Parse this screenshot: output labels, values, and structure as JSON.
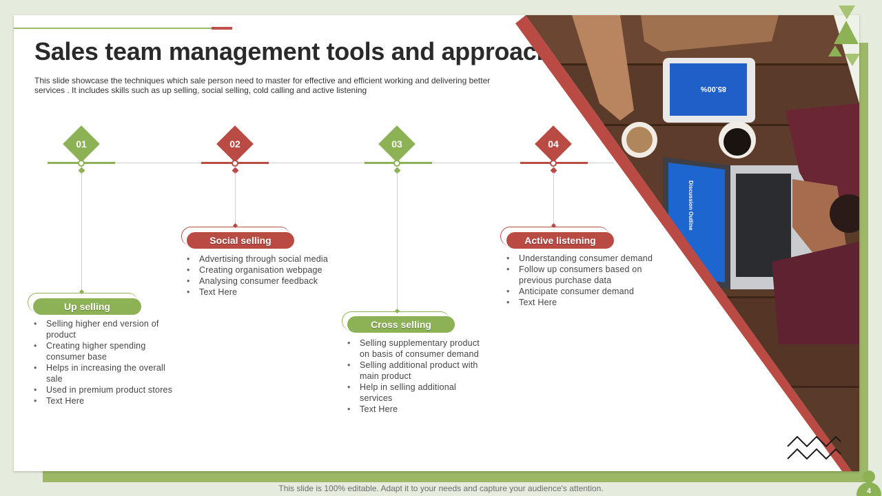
{
  "slide": {
    "title": "Sales team management tools and approach",
    "subtitle": "This slide showcase the techniques which sale person need to master for effective and efficient working and delivering better services . It includes skills such as up selling, social selling, cold calling and active listening"
  },
  "steps": [
    {
      "number": "01",
      "title": "Up selling",
      "color": "#8db255",
      "bullets": [
        "Selling higher end version of product",
        "Creating higher spending consumer base",
        "Helps in increasing the overall sale",
        "Used in premium product stores",
        "Text Here"
      ]
    },
    {
      "number": "02",
      "title": "Social selling",
      "color": "#b94a44",
      "bullets": [
        "Advertising through social media",
        "Creating organisation webpage",
        "Analysing consumer feedback",
        "Text Here"
      ]
    },
    {
      "number": "03",
      "title": "Cross selling",
      "color": "#8db255",
      "bullets": [
        "Selling supplementary product on basis of consumer demand",
        "Selling additional product with main product",
        "Help in selling additional services",
        "Text Here"
      ]
    },
    {
      "number": "04",
      "title": "Active listening",
      "color": "#b94a44",
      "bullets": [
        "Understanding consumer demand",
        "Follow up consumers based on previous purchase data",
        "Anticipate consumer demand",
        "Text Here"
      ]
    }
  ],
  "photo": {
    "tablet_text": "85.00%",
    "laptop_text": "Discussion Outline"
  },
  "footer": {
    "note": "This slide is 100% editable. Adapt it to your needs and capture your audience's attention.",
    "page": "4"
  },
  "colors": {
    "green": "#8db255",
    "red": "#b94a44",
    "frame": "#9cb766",
    "background": "#e6ecdd"
  }
}
